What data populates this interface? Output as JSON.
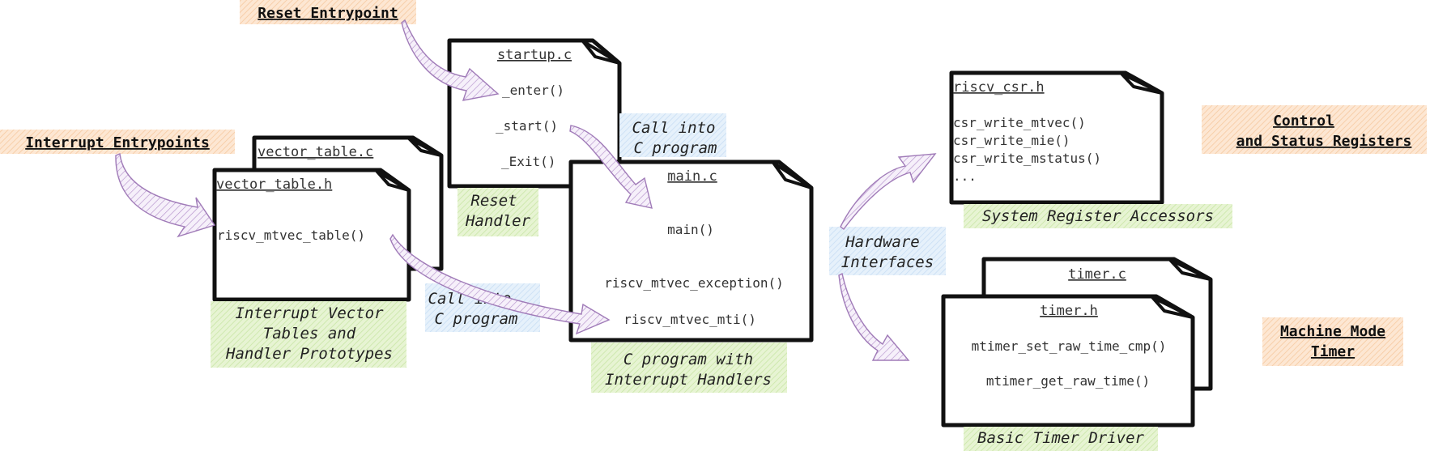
{
  "headers": {
    "reset_entry": "Reset Entrypoint",
    "interrupt_entry": "Interrupt Entrypoints",
    "control_line1": "Control",
    "control_line2": "and Status Registers",
    "timer_line1": "Machine Mode",
    "timer_line2": "Timer"
  },
  "files": {
    "startup": {
      "name": "startup.c",
      "functions": [
        "_enter()",
        "_start()",
        "_Exit()"
      ]
    },
    "vector_table_c": {
      "name": "vector_table.c"
    },
    "vector_table_h": {
      "name": "vector_table.h",
      "functions": [
        "riscv_mtvec_table()"
      ]
    },
    "main": {
      "name": "main.c",
      "functions": [
        "main()",
        "riscv_mtvec_exception()",
        "riscv_mtvec_mti()"
      ]
    },
    "riscv_csr": {
      "name": "riscv_csr.h",
      "functions": [
        "csr_write_mtvec()",
        "csr_write_mie()",
        "csr_write_mstatus()",
        "..."
      ]
    },
    "timer_c": {
      "name": "timer.c"
    },
    "timer_h": {
      "name": "timer.h",
      "functions": [
        "mtimer_set_raw_time_cmp()",
        "mtimer_get_raw_time()"
      ]
    }
  },
  "captions": {
    "reset_handler": [
      "Reset",
      "Handler"
    ],
    "ivt": [
      "Interrupt Vector",
      "Tables and",
      "Handler Prototypes"
    ],
    "c_program": [
      "C program with",
      "Interrupt Handlers"
    ],
    "sys_reg": "System Register Accessors",
    "timer_driver": "Basic Timer Driver"
  },
  "notes": {
    "call_top": [
      "Call into",
      "C program"
    ],
    "call_bottom": [
      "Call into",
      "C program"
    ],
    "hw": [
      "Hardware",
      "Interfaces"
    ]
  },
  "colors": {
    "orange_label": "#fbdcc2",
    "green_label": "#dcefc0",
    "blue_label": "#d8e9f8",
    "arrow": "#a07bb8"
  }
}
